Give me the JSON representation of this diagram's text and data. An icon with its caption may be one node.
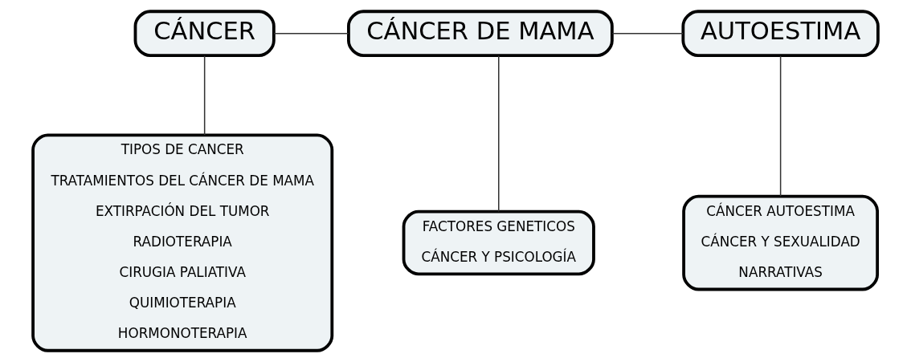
{
  "diagram": {
    "nodes": [
      {
        "text": [
          "CÁNCER"
        ]
      },
      {
        "text": [
          "CÁNCER DE MAMA"
        ]
      },
      {
        "text": [
          "AUTOESTIMA"
        ]
      },
      {
        "text": [
          "TIPOS DE CANCER",
          "TRATAMIENTOS DEL CÁNCER DE MAMA",
          "EXTIRPACIÓN DEL TUMOR",
          "RADIOTERAPIA",
          "CIRUGIA PALIATIVA",
          "QUIMIOTERAPIA",
          "HORMONOTERAPIA"
        ]
      },
      {
        "text": [
          "FACTORES GENETICOS",
          "CÁNCER Y PSICOLOGÍA"
        ]
      },
      {
        "text": [
          "CÁNCER AUTOESTIMA",
          "CÁNCER Y SEXUALIDAD",
          "NARRATIVAS"
        ]
      }
    ],
    "edges": [
      {
        "from": 0,
        "to": 1,
        "arrow": "none"
      },
      {
        "from": 1,
        "to": 2,
        "arrow": "none"
      },
      {
        "from": 0,
        "to": 3,
        "arrow": "none"
      },
      {
        "from": 1,
        "to": 4,
        "arrow": "none"
      },
      {
        "from": 2,
        "to": 5,
        "arrow": "none"
      }
    ]
  }
}
